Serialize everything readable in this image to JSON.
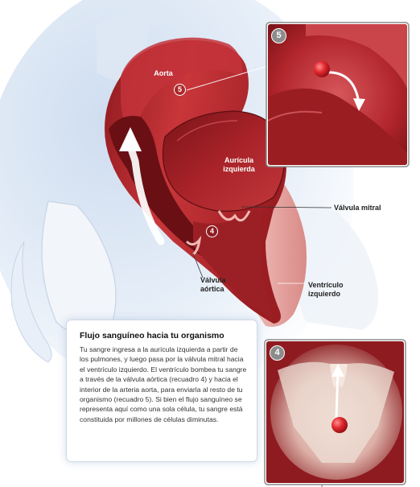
{
  "labels": {
    "aorta": "Aorta",
    "atrium_line1": "Aurícula",
    "atrium_line2": "izquierda",
    "mitral_valve": "Válvula mitral",
    "aortic_valve_line1": "Válvula",
    "aortic_valve_line2": "aórtica",
    "ventricle_line1": "Ventrículo",
    "ventricle_line2": "izquierdo"
  },
  "markers": {
    "five": "5",
    "four": "4"
  },
  "insets": {
    "top_number": "5",
    "bottom_number": "4"
  },
  "info_box": {
    "title": "Flujo sanguíneo hacia tu organismo",
    "body": "Tu sangre ingresa a la aurícula izquierda a partir de los pulmones, y luego pasa por la válvula mitral hacia el ventrículo izquierdo. El ventrículo bombea tu sangre a través de la válvula aórtica (recuadro 4) y hacia el interior de la arteria aorta, para enviarla al resto de tu organismo (recuadro 5). Si bien el flujo sanguíneo se representa aquí como una sola célula, tu sangre está constituida por millones de células diminutas."
  },
  "colors": {
    "tissue_red": "#b3262b",
    "dark_red": "#6e1216",
    "light_pink": "#e8a9a7",
    "background_blue": "#d7e3f1",
    "bone_white": "#f2f5fa",
    "inset_border": "#8c8c8c"
  }
}
